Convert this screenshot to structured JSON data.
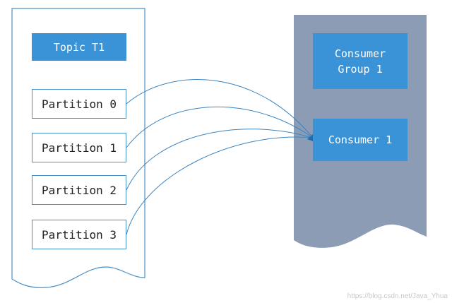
{
  "topic": {
    "label": "Topic T1"
  },
  "partitions": [
    {
      "label": "Partition 0"
    },
    {
      "label": "Partition 1"
    },
    {
      "label": "Partition 2"
    },
    {
      "label": "Partition 3"
    }
  ],
  "consumer_group": {
    "line1": "Consumer",
    "line2": "Group 1"
  },
  "consumer": {
    "label": "Consumer 1"
  },
  "watermark": "https://blog.csdn.net/Java_Yhua",
  "colors": {
    "box_fill": "#3a93d6",
    "outline": "#4a90c8",
    "group_panel": "#8c9cb4",
    "connector": "#3a86c4"
  }
}
